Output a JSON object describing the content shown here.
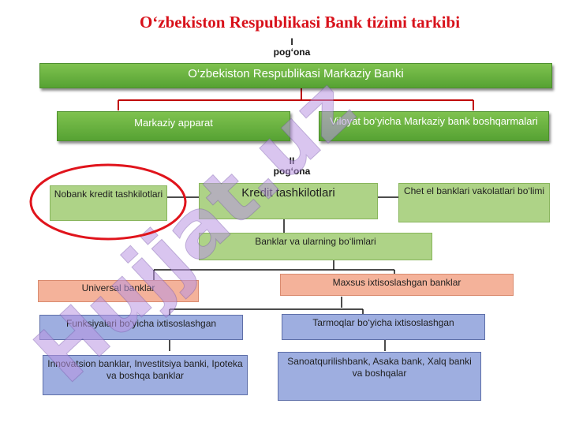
{
  "title": "O‘zbekiston Respublikasi Bank tizimi tarkibi",
  "level1": {
    "roman": "I",
    "word": "pog‘ona"
  },
  "level2": {
    "roman": "II",
    "word": "pog‘ona"
  },
  "central_bank": "O‘zbekiston Respublikasi Markaziy Banki",
  "central_apparatus": "Markaziy apparat",
  "regional_offices": "Viloyat bo‘yicha Markaziy bank boshqarmalari",
  "nonbank": "Nobank kredit tashkilotlari",
  "credit_orgs": "Kredit tashkilotlari",
  "foreign_reps": "Chet el banklari vakolatlari bo‘limi",
  "banks_branches": "Banklar va ularning bo‘limlari",
  "universal": "Universal banklar",
  "specialized": "Maxsus ixtisoslashgan banklar",
  "functional": "Funksiyalari bo‘yicha ixtisoslashgan",
  "sectoral": "Tarmoqlar bo‘yicha ixtisoslashgan",
  "functional_examples": "Innovatsion banklar, Investitsiya banki, Ipoteka va boshqa banklar",
  "sectoral_examples": "Sanoatqurilishbank, Asaka bank, Xalq banki va boshqalar",
  "watermark": "Hujjat.uz",
  "colors": {
    "title": "#d8111a",
    "green": "#56a233",
    "light_green": "#aed387",
    "orange": "#f4b29a",
    "blue": "#9eaee0",
    "highlight": "#e0141c"
  }
}
